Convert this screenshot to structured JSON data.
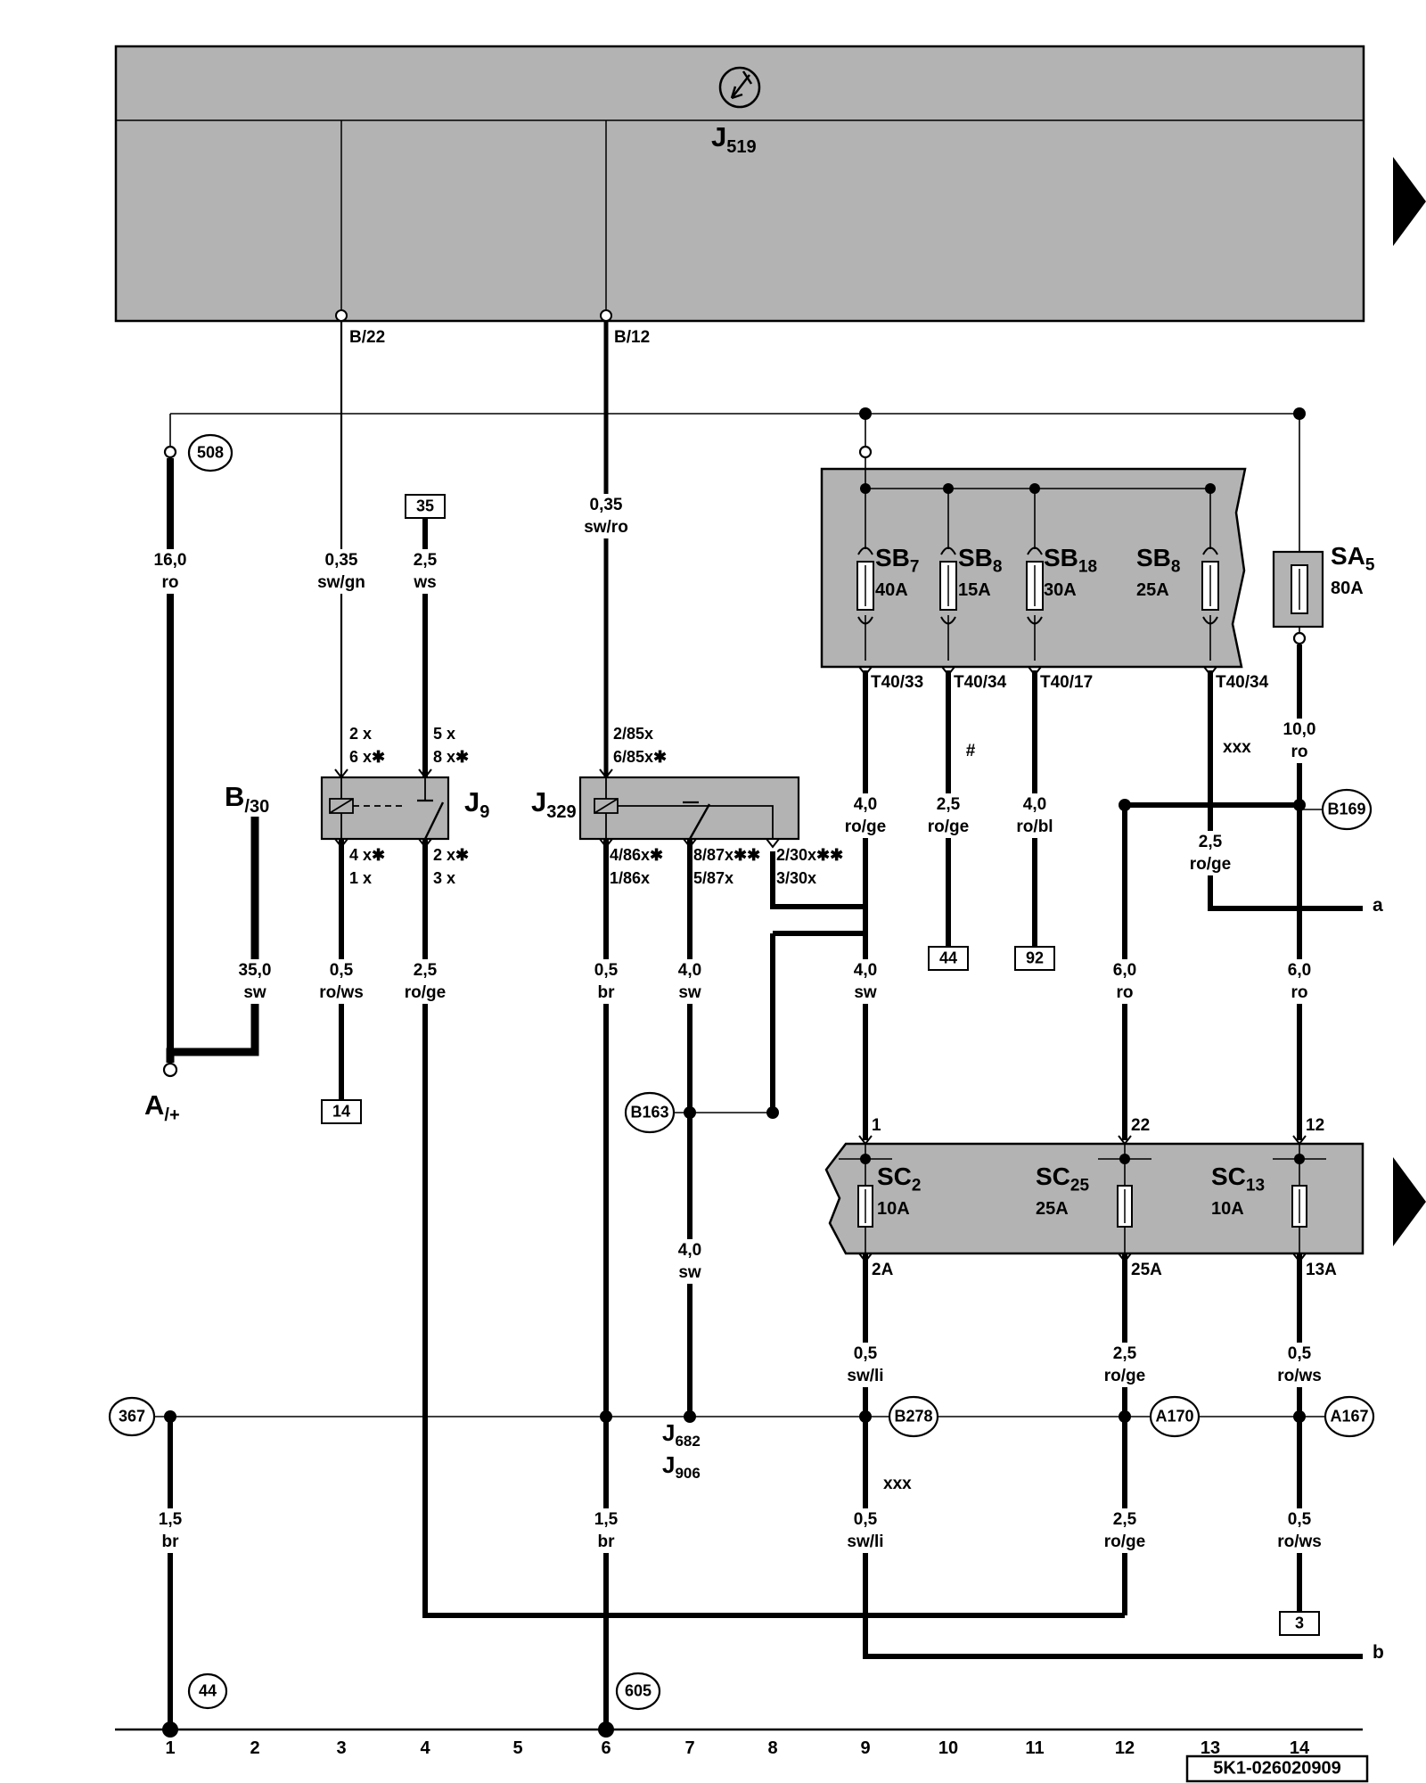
{
  "colors": {
    "panel_gray": "#b3b3b3",
    "line": "#000000",
    "background": "#ffffff"
  },
  "top": {
    "module": {
      "name": "J",
      "sub": "519"
    },
    "pin_left": "B/22",
    "pin_right": "B/12"
  },
  "sb_panel": {
    "fuses": [
      {
        "name": "SB",
        "sub": "7",
        "amps": "40A",
        "pin": "T40/33"
      },
      {
        "name": "SB",
        "sub": "8",
        "amps": "15A",
        "pin": "T40/34"
      },
      {
        "name": "SB",
        "sub": "18",
        "amps": "30A",
        "pin": "T40/17"
      },
      {
        "name": "SB",
        "sub": "8",
        "amps": "25A",
        "pin": "T40/34"
      }
    ]
  },
  "sa_fuse": {
    "name": "SA",
    "sub": "5",
    "amps": "80A"
  },
  "sc_panel": {
    "fuses": [
      {
        "name": "SC",
        "sub": "2",
        "amps": "10A",
        "input": "1",
        "output": "2A"
      },
      {
        "name": "SC",
        "sub": "25",
        "amps": "25A",
        "input": "22",
        "output": "25A"
      },
      {
        "name": "SC",
        "sub": "13",
        "amps": "10A",
        "input": "12",
        "output": "13A"
      }
    ]
  },
  "relay_j9": {
    "name": "J",
    "sub": "9",
    "pins": {
      "t1a": "2 x",
      "t1b": "6 x✱",
      "t2a": "5 x",
      "t2b": "8 x✱",
      "b1a": "4 x✱",
      "b1b": "1 x",
      "b2a": "2 x✱",
      "b2b": "3 x"
    }
  },
  "relay_j329": {
    "name": "J",
    "sub": "329",
    "pins": {
      "ta": "2/85x",
      "tb": "6/85x✱",
      "b1a": "4/86x✱",
      "b1b": "1/86x",
      "b2a": "8/87x✱✱",
      "b2b": "5/87x",
      "b3a": "2/30x✱✱",
      "b3b": "3/30x"
    }
  },
  "battery": {
    "name": "A",
    "sub": "/+"
  },
  "b30": {
    "name": "B",
    "sub": "/30"
  },
  "couplers": {
    "j682": {
      "name": "J",
      "sub": "682"
    },
    "j906": {
      "name": "J",
      "sub": "906"
    }
  },
  "connections": {
    "c508": "508",
    "c367": "367",
    "c44": "44",
    "c605": "605",
    "b163": "B163",
    "b169": "B169",
    "b278": "B278",
    "a170": "A170",
    "a167": "A167"
  },
  "boxes": {
    "b35": "35",
    "b14": "14",
    "b44": "44",
    "b92": "92",
    "b3": "3"
  },
  "wires": {
    "ro16": "16,0\nro",
    "swgn035": "0,35\nsw/gn",
    "ws25": "2,5\nws",
    "swro035": "0,35\nsw/ro",
    "roge40": "4,0\nro/ge",
    "roge25": "2,5\nro/ge",
    "robl40": "4,0\nro/bl",
    "ro100": "10,0\nro",
    "sw350": "35,0\nsw",
    "rows05": "0,5\nro/ws",
    "br05": "0,5\nbr",
    "sw40": "4,0\nsw",
    "ro60": "6,0\nro",
    "swli05": "0,5\nsw/li",
    "br15": "1,5\nbr"
  },
  "annotations": {
    "hash": "#",
    "xxx": "xxx",
    "a": "a",
    "b": "b"
  },
  "grid": [
    "1",
    "2",
    "3",
    "4",
    "5",
    "6",
    "7",
    "8",
    "9",
    "10",
    "11",
    "12",
    "13",
    "14"
  ],
  "part_number": "5K1-026020909"
}
